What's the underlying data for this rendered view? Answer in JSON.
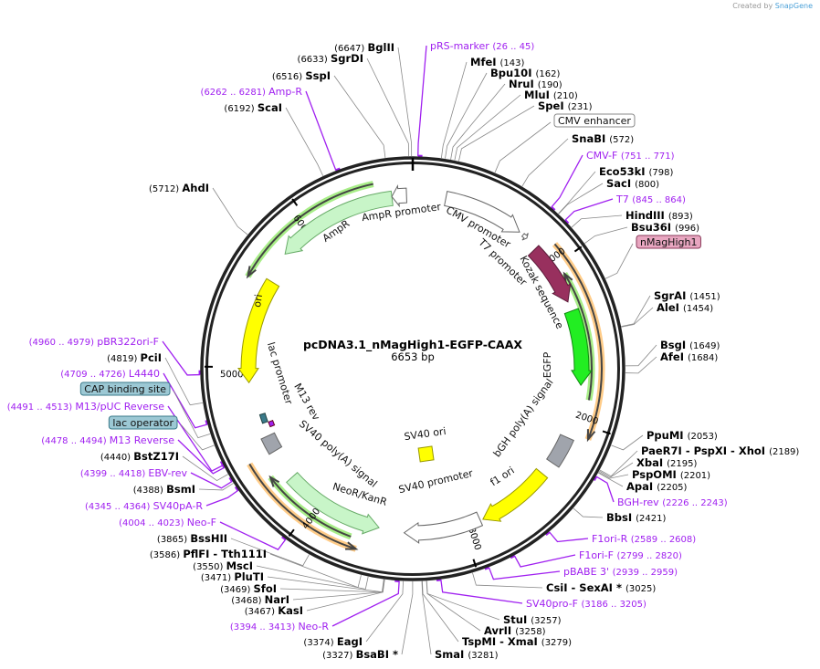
{
  "credit": {
    "prefix": "Created by",
    "brand": "SnapGene"
  },
  "map": {
    "title": "pcDNA3.1_nMagHigh1-EGFP-CAAX",
    "length_label": "6653 bp",
    "length_bp": 6653,
    "ticks": [
      "1000",
      "2000",
      "3000",
      "4000",
      "5000",
      "6000"
    ]
  },
  "colors": {
    "primer": "#a020f0",
    "site_line": "#888888",
    "ring": "#222222"
  },
  "sites": [
    {
      "name": "BglII",
      "pos": "6647"
    },
    {
      "name": "SgrDI",
      "pos": "6633"
    },
    {
      "name": "SspI",
      "pos": "6516"
    },
    {
      "name": "ScaI",
      "pos": "6192"
    },
    {
      "name": "AhdI",
      "pos": "5712"
    },
    {
      "name": "PciI",
      "pos": "4819"
    },
    {
      "name": "BstZ17I",
      "pos": "4440"
    },
    {
      "name": "BsmI",
      "pos": "4388"
    },
    {
      "name": "BssHII",
      "pos": "3865"
    },
    {
      "name": "PflFI  - Tth111I",
      "pos": "3586"
    },
    {
      "name": "MscI",
      "pos": "3550"
    },
    {
      "name": "PluTI",
      "pos": "3471"
    },
    {
      "name": "SfoI",
      "pos": "3469"
    },
    {
      "name": "NarI",
      "pos": "3468"
    },
    {
      "name": "KasI",
      "pos": "3467"
    },
    {
      "name": "EagI",
      "pos": "3374"
    },
    {
      "name": "BsaBI *",
      "pos": "3327"
    },
    {
      "name": "SmaI",
      "pos": "3281"
    },
    {
      "name": "TspMI  - XmaI",
      "pos": "3279"
    },
    {
      "name": "AvrII",
      "pos": "3258"
    },
    {
      "name": "StuI",
      "pos": "3257"
    },
    {
      "name": "CsiI  - SexAI *",
      "pos": "3025"
    },
    {
      "name": "BbsI",
      "pos": "2421"
    },
    {
      "name": "ApaI",
      "pos": "2205"
    },
    {
      "name": "PspOMI",
      "pos": "2201"
    },
    {
      "name": "XbaI",
      "pos": "2195"
    },
    {
      "name": "PaeR7I  - PspXI  - XhoI",
      "pos": "2189"
    },
    {
      "name": "PpuMI",
      "pos": "2053"
    },
    {
      "name": "AfeI",
      "pos": "1684"
    },
    {
      "name": "BsgI",
      "pos": "1649"
    },
    {
      "name": "AleI",
      "pos": "1454"
    },
    {
      "name": "SgrAI",
      "pos": "1451"
    },
    {
      "name": "Bsu36I",
      "pos": "996"
    },
    {
      "name": "HindIII",
      "pos": "893"
    },
    {
      "name": "SacI",
      "pos": "800"
    },
    {
      "name": "Eco53kI",
      "pos": "798"
    },
    {
      "name": "SnaBI",
      "pos": "572"
    },
    {
      "name": "SpeI",
      "pos": "231"
    },
    {
      "name": "MluI",
      "pos": "210"
    },
    {
      "name": "NruI",
      "pos": "190"
    },
    {
      "name": "Bpu10I",
      "pos": "162"
    },
    {
      "name": "MfeI",
      "pos": "143"
    }
  ],
  "primers": [
    {
      "name": "pRS-marker",
      "range": "26 .. 45"
    },
    {
      "name": "Amp-R",
      "range": "6262 .. 6281"
    },
    {
      "name": "pBR322ori-F",
      "range": "4960 .. 4979"
    },
    {
      "name": "L4440",
      "range": "4709 .. 4726"
    },
    {
      "name": "M13/pUC Reverse",
      "range": "4491 .. 4513"
    },
    {
      "name": "M13 Reverse",
      "range": "4478 .. 4494"
    },
    {
      "name": "EBV-rev",
      "range": "4399 .. 4418"
    },
    {
      "name": "SV40pA-R",
      "range": "4345 .. 4364"
    },
    {
      "name": "Neo-F",
      "range": "4004 .. 4023"
    },
    {
      "name": "Neo-R",
      "range": "3394 .. 3413"
    },
    {
      "name": "SV40pro-F",
      "range": "3186 .. 3205"
    },
    {
      "name": "pBABE 3'",
      "range": "2939 .. 2959"
    },
    {
      "name": "F1ori-F",
      "range": "2799 .. 2820"
    },
    {
      "name": "F1ori-R",
      "range": "2589 .. 2608"
    },
    {
      "name": "BGH-rev",
      "range": "2226 .. 2243"
    },
    {
      "name": "T7",
      "range": "845 .. 864"
    },
    {
      "name": "CMV-F",
      "range": "751 .. 771"
    }
  ],
  "boxed_features": [
    {
      "name": "CMV enhancer",
      "pos": 420,
      "fill": "#ffffff",
      "stroke": "#888888"
    },
    {
      "name": "nMagHigh1",
      "pos": 1200,
      "fill": "#e8a6c0",
      "stroke": "#8a3a5a"
    },
    {
      "name": "CAP binding site",
      "pos": 4660,
      "fill": "#9cc8d4",
      "stroke": "#3a7a8a"
    },
    {
      "name": "lac operator",
      "pos": 4600,
      "fill": "#9cc8d4",
      "stroke": "#3a7a8a"
    }
  ],
  "features": [
    {
      "name": "CMV promoter",
      "start": 203,
      "end": 702,
      "dir": 1,
      "fill": "#ffffff",
      "stroke": "#666666"
    },
    {
      "name": "T7 promoter",
      "start": 730,
      "end": 760,
      "dir": 1,
      "fill": "#ffffff",
      "stroke": "#666666"
    },
    {
      "name": "Kozak sequence",
      "start": 843,
      "end": 1233,
      "dir": 1,
      "fill": "#98305e",
      "stroke": "#5a1a38"
    },
    {
      "name": "EGFP",
      "start": 1294,
      "end": 1767,
      "dir": 1,
      "fill": "#22ee22",
      "stroke": "#118811"
    },
    {
      "name": "bGH poly(A) signal",
      "start": 2107,
      "end": 2292,
      "dir": 0,
      "fill": "#a0a4ac",
      "stroke": "#666666"
    },
    {
      "name": "f1 ori",
      "start": 2384,
      "end": 2865,
      "dir": 1,
      "fill": "#ffff00",
      "stroke": "#999900"
    },
    {
      "name": "SV40 promoter",
      "start": 2883,
      "end": 3382,
      "dir": 1,
      "fill": "#ffffff",
      "stroke": "#666666"
    },
    {
      "name": "NeoR/KanR",
      "start": 3548,
      "end": 4214,
      "dir": -1,
      "fill": "#c8f5c8",
      "stroke": "#66aa66"
    },
    {
      "name": "SV40 poly(A) signal",
      "start": 4420,
      "end": 4530,
      "dir": 0,
      "fill": "#a0a4ac",
      "stroke": "#666666"
    },
    {
      "name": "lac promoter",
      "start": 4620,
      "end": 4680,
      "dir": 0,
      "fill": "#3a7a8a",
      "stroke": "#244"
    },
    {
      "name": "M13 rev",
      "start": 4580,
      "end": 4615,
      "dir": 0,
      "fill": "#a020f0",
      "stroke": "#602"
    },
    {
      "name": "ori",
      "start": 4900,
      "end": 5575,
      "dir": -1,
      "fill": "#ffff00",
      "stroke": "#999900"
    },
    {
      "name": "AmpR",
      "start": 5765,
      "end": 6525,
      "dir": -1,
      "fill": "#c8f5c8",
      "stroke": "#66aa66"
    },
    {
      "name": "AmpR promoter",
      "start": 6525,
      "end": 6615,
      "dir": -1,
      "fill": "#ffffff",
      "stroke": "#666666"
    },
    {
      "name": "SV40 ori",
      "start": 0,
      "end": 0,
      "dir": 0,
      "fill": "#ffff00",
      "stroke": "#999900"
    }
  ],
  "orfs": [
    {
      "start": 900,
      "end": 2070,
      "dir": 1,
      "color": "#ffcc88"
    },
    {
      "start": 1070,
      "end": 1850,
      "dir": -1,
      "color": "#a8ee88"
    },
    {
      "start": 3650,
      "end": 4430,
      "dir": -1,
      "color": "#ffcc88"
    },
    {
      "start": 3700,
      "end": 4300,
      "dir": 1,
      "color": "#a8ee88"
    },
    {
      "start": 5530,
      "end": 6430,
      "dir": -1,
      "color": "#a8ee88"
    }
  ]
}
